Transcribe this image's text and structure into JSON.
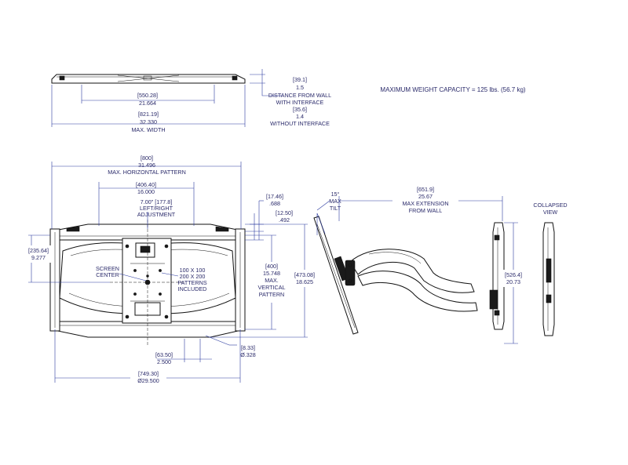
{
  "top_view": {
    "dim_inner": [
      "[550.28]",
      "21.664"
    ],
    "dim_outer": [
      "[821.19]",
      "32.330",
      "MAX. WIDTH"
    ],
    "dist_wall": [
      "[39.1]",
      "1.5",
      "DISTANCE FROM WALL",
      "WITH INTERFACE",
      "[35.6]",
      "1.4",
      "WITHOUT INTERFACE"
    ]
  },
  "capacity": "MAXIMUM WEIGHT CAPACITY = 125 lbs. (56.7 kg)",
  "front_view": {
    "max_horizontal": [
      "[800]",
      "31.496",
      "MAX. HORIZONTAL PATTERN"
    ],
    "h_pattern": [
      "[406.40]",
      "16.000"
    ],
    "adjust": [
      "7.00\" [177.8]",
      "LEFT/RIGHT",
      "ADJUSTMENT"
    ],
    "dim_1746": [
      "[17.46]",
      ".688"
    ],
    "dim_1250": [
      "[12.50]",
      ".492"
    ],
    "dim_23564": [
      "[235.64]",
      "9.277"
    ],
    "screen_center": [
      "SCREEN",
      "CENTER"
    ],
    "patterns": [
      "100 X 100",
      "200 X 200",
      "PATTERNS",
      "INCLUDED"
    ],
    "max_vertical": [
      "[400]",
      "15.748",
      "MAX.",
      "VERTICAL",
      "PATTERN"
    ],
    "dim_47308": [
      "[473.08]",
      "18.625"
    ],
    "dim_833": [
      "[8.33]",
      "Ø.328"
    ],
    "dim_6350": [
      "[63.50]",
      "2.500"
    ],
    "dim_74930": [
      "[749.30]",
      "Ø29.500"
    ]
  },
  "side_view": {
    "tilt": [
      "15°",
      "MAX",
      "TILT"
    ],
    "extension": [
      "[651.9]",
      "25.67",
      "MAX EXTENSION",
      "FROM WALL"
    ],
    "dim_5264": [
      "[526.4]",
      "20.73"
    ]
  },
  "collapsed": [
    "COLLAPSED",
    "VIEW"
  ]
}
